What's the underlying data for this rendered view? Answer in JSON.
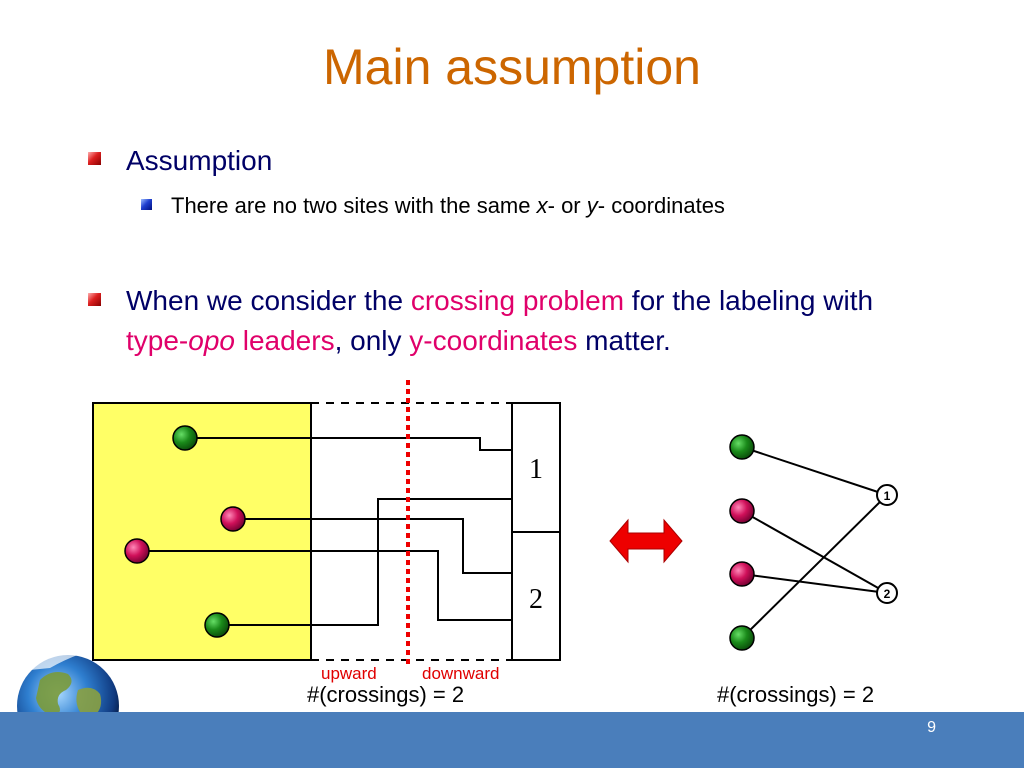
{
  "title": "Main assumption",
  "bullets": {
    "b1": "Assumption",
    "b1_sub": {
      "pre": "There are no two sites with the same ",
      "x": "x",
      "mid": "- or ",
      "y": "y",
      "post": "- coordinates"
    },
    "b2": {
      "s1": "When we consider the ",
      "h1": "crossing problem",
      "s2": " for the labeling with ",
      "h2a": "type-",
      "h2b": "opo",
      "h2c": " leaders",
      "s3": ", only ",
      "h3": "y-coordinates",
      "s4": " matter."
    }
  },
  "diagram_left": {
    "labels": [
      "1",
      "2"
    ],
    "upward": "upward",
    "downward": "downward",
    "crossings": "#(crossings) = 2"
  },
  "diagram_right": {
    "labels": [
      "1",
      "2"
    ],
    "crossings": "#(crossings) = 2"
  },
  "page_number": "9",
  "colors": {
    "title": "#cc6600",
    "highlight": "#e0006a",
    "text": "#000066",
    "bar": "#4a7ebb",
    "panel": "#ffff66",
    "site_green": "#1a8a1a",
    "site_pink": "#d0105a",
    "divider": "#ee0000"
  }
}
